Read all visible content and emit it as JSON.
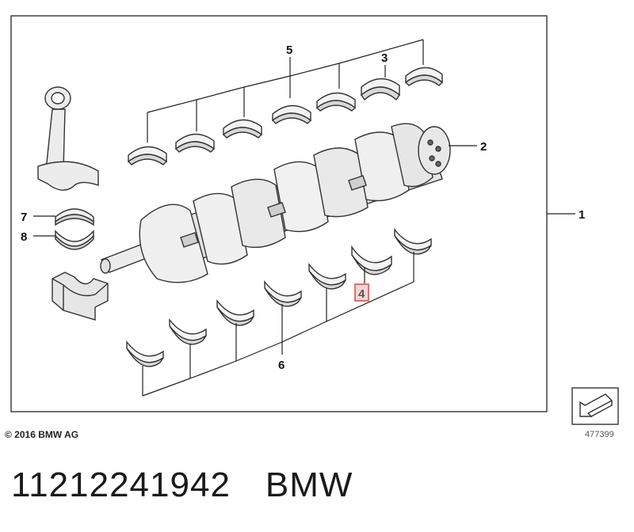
{
  "callouts": {
    "c1": "1",
    "c2": "2",
    "c3": "3",
    "c4": "4",
    "c5": "5",
    "c6": "6",
    "c7": "7",
    "c8": "8"
  },
  "copyright": "© 2016 BMW AG",
  "figure_number": "477399",
  "part_number": "11212241942",
  "brand": "BMW",
  "highlight_color": "#d9534f",
  "navigation_icon": "next-arrow-icon"
}
